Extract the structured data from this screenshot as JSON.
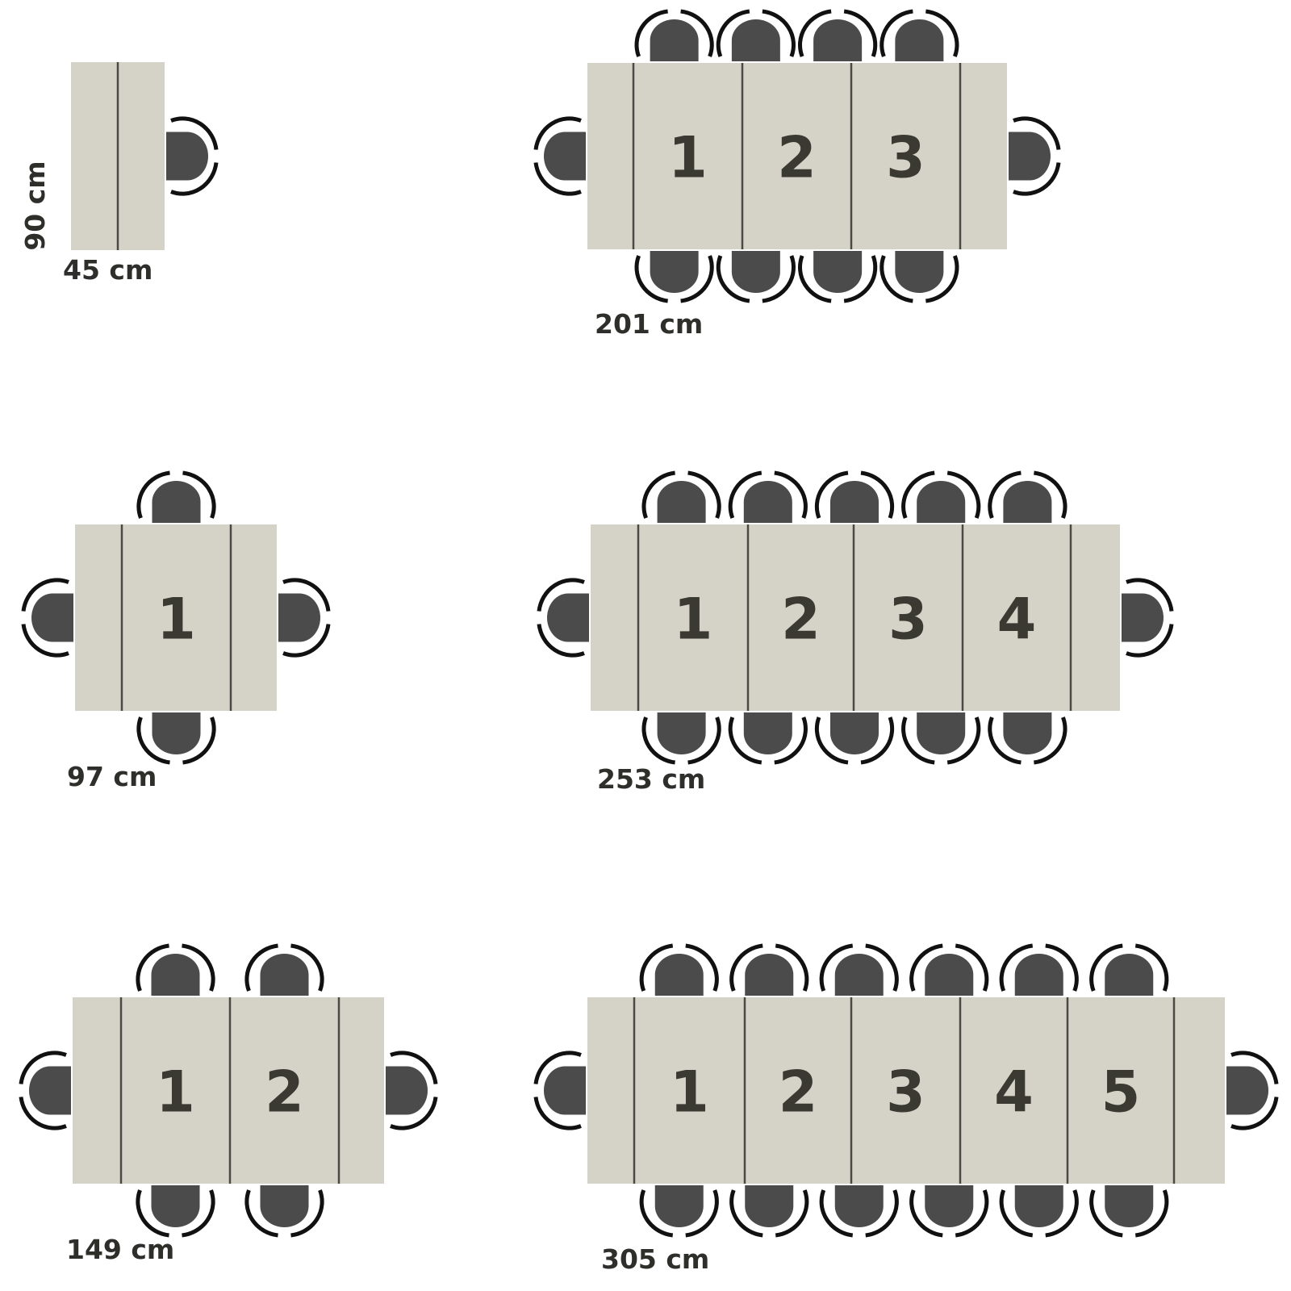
{
  "colors": {
    "table_fill": "#d5d3c8",
    "seam_stroke": "#4a4a44",
    "chair_fill": "#4b4b4b",
    "chair_outline": "#111111",
    "text": "#2e2e2a"
  },
  "tables": [
    {
      "width_label": "45 cm",
      "depth_label": "90 cm",
      "leaves": [],
      "seats_per_long_side": 0,
      "end_chairs": "right"
    },
    {
      "width_label": "201 cm",
      "leaves": [
        "1",
        "2",
        "3"
      ],
      "seats_per_long_side": 4,
      "end_chairs": "both"
    },
    {
      "width_label": "97 cm",
      "leaves": [
        "1"
      ],
      "seats_per_long_side": 1,
      "end_chairs": "both"
    },
    {
      "width_label": "253 cm",
      "leaves": [
        "1",
        "2",
        "3",
        "4"
      ],
      "seats_per_long_side": 5,
      "end_chairs": "both"
    },
    {
      "width_label": "149 cm",
      "leaves": [
        "1",
        "2"
      ],
      "seats_per_long_side": 2,
      "end_chairs": "both"
    },
    {
      "width_label": "305 cm",
      "leaves": [
        "1",
        "2",
        "3",
        "4",
        "5"
      ],
      "seats_per_long_side": 6,
      "end_chairs": "both"
    }
  ]
}
